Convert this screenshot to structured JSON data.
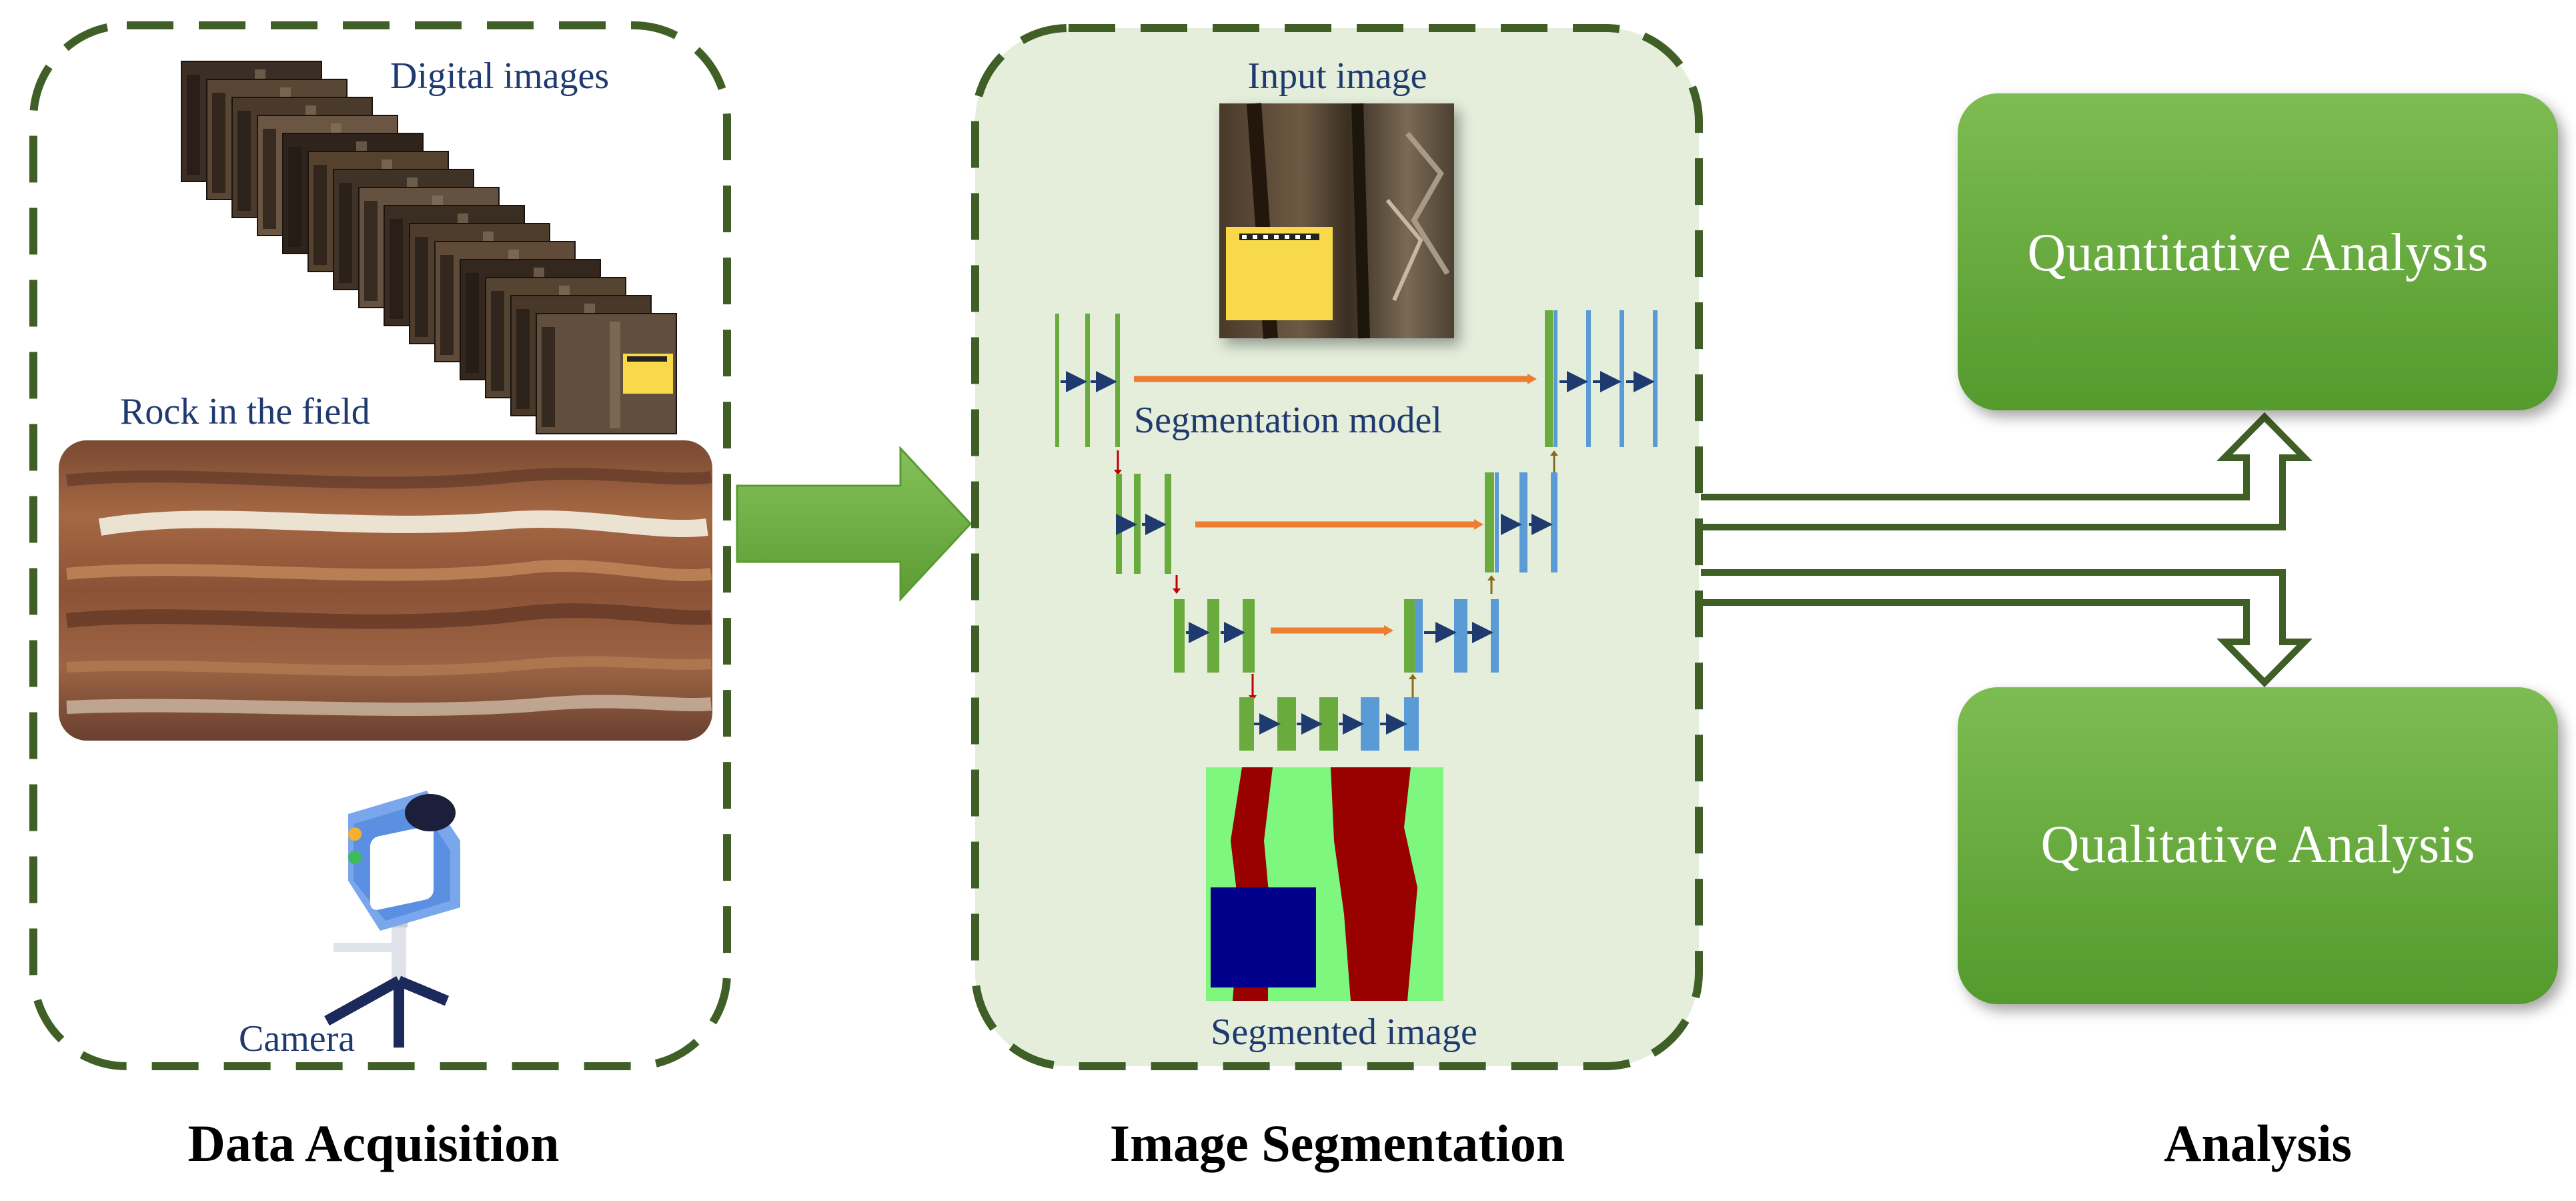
{
  "panels": {
    "acquisition": {
      "title": "Data Acquisition",
      "digital_images_label": "Digital images",
      "rock_label": "Rock in the field",
      "camera_label": "Camera"
    },
    "segmentation": {
      "title": "Image Segmentation",
      "input_label": "Input image",
      "model_label": "Segmentation  model",
      "output_label": "Segmented image"
    },
    "analysis": {
      "title": "Analysis",
      "quantitative_label": "Quantitative Analysis",
      "qualitative_label": "Qualitative Analysis"
    }
  },
  "colors": {
    "dashed_border": "#3f5f27",
    "seg_panel_fill": "#e4eedb",
    "label_text": "#1f3a6e",
    "green_block": "#6aab3e",
    "blue_block": "#5b9bd5",
    "skip_connection": "#ed7d31",
    "analysis_box": "#65a93a",
    "mask_background": "#7ef77e",
    "mask_rock": "#990000",
    "mask_card": "#00008b"
  },
  "icons": {
    "flow_arrow": "block-arrow-right",
    "output_arrows": "double-line-arrow",
    "camera": "camera-tripod-icon"
  }
}
